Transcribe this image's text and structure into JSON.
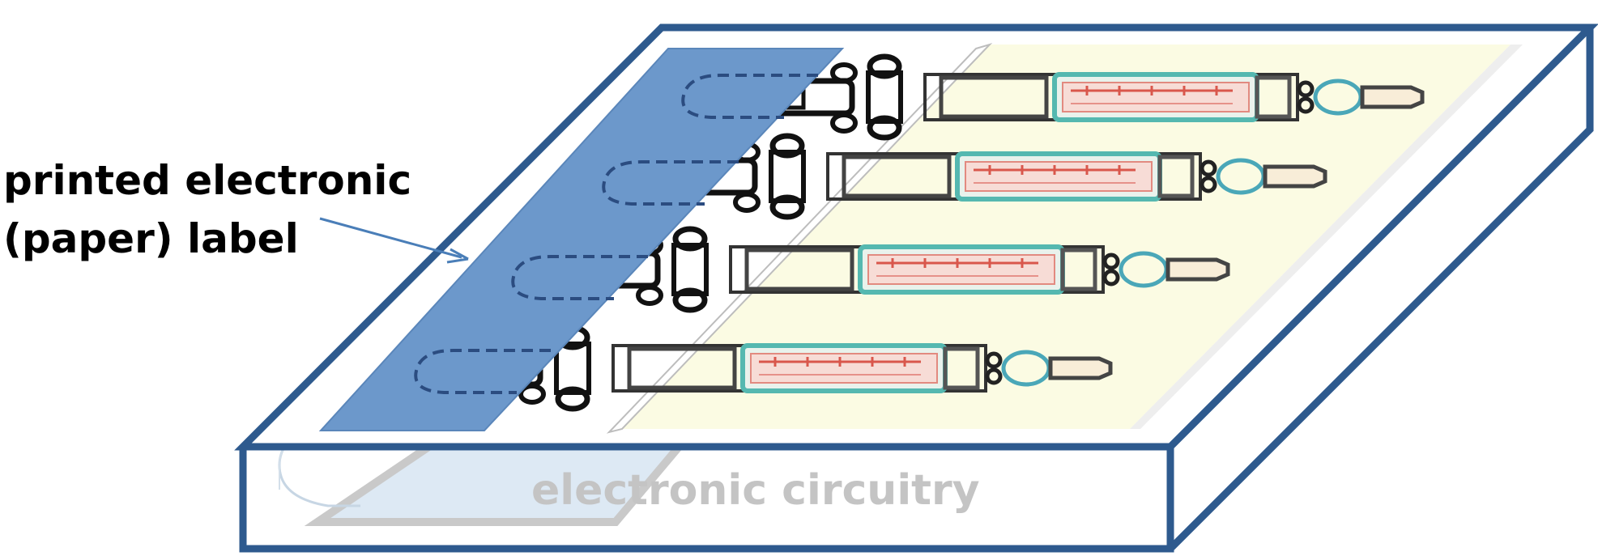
{
  "labels": {
    "label_line1": "printed electronic",
    "label_line2": "(paper) label",
    "circuitry": "electronic circuitry"
  },
  "colors": {
    "box_outline": "#2E5A8E",
    "paper_label": "#6C98CB",
    "circuit_text": "#C4C4C4",
    "circuit_sheet": "#DDE9F4",
    "cream_area": "#FBFBE3",
    "arrow": "#4A7EB8"
  },
  "syringes": {
    "count": 4
  }
}
